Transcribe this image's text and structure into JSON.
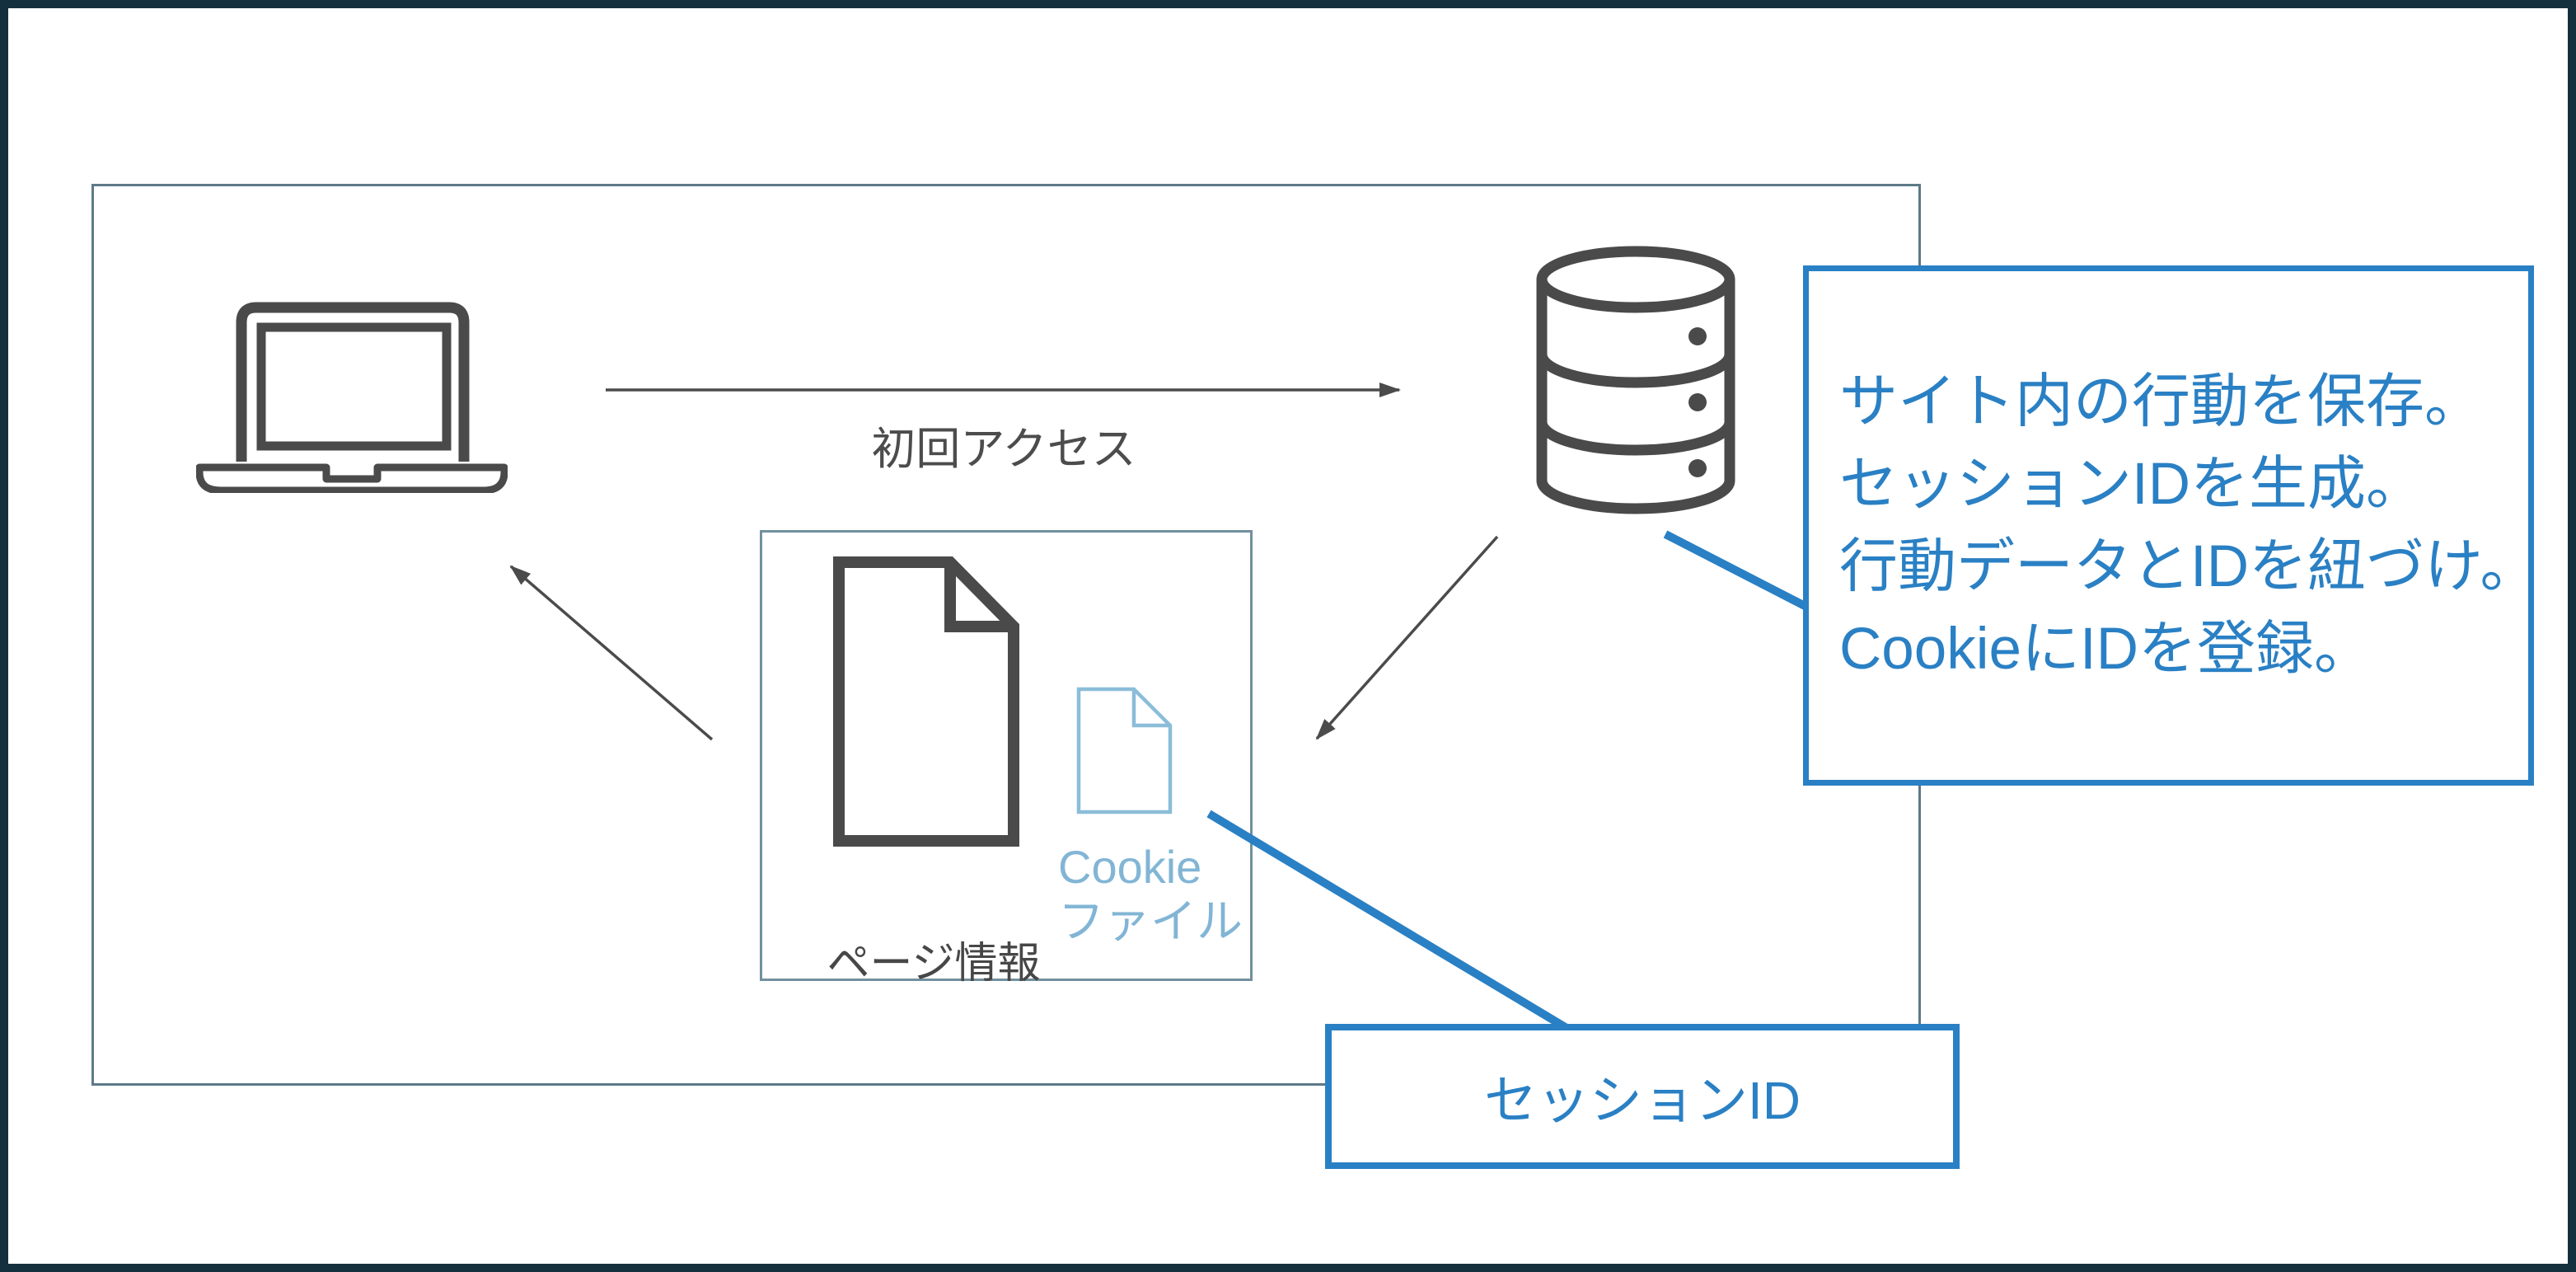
{
  "diagram_title": "Cookie session flow diagram",
  "flow": {
    "first_access_label": "初回アクセス"
  },
  "cookie_panel": {
    "page_info_label": "ページ情報",
    "cookie_file_label_line1": "Cookie",
    "cookie_file_label_line2": "ファイル"
  },
  "callout": {
    "lines": [
      "サイト内の行動を保存。",
      "セッションIDを生成。",
      "行動データとIDを紐づけ。",
      "CookieにIDを登録。"
    ]
  },
  "session_box": {
    "label": "セッションID"
  },
  "icons": {
    "laptop": "laptop-icon",
    "database": "database-icon",
    "page_document": "document-icon",
    "cookie_document": "cookie-file-icon"
  },
  "colors": {
    "accent_blue": "#2a80c4",
    "light_blue": "#85b9d8",
    "dark_gray": "#4a4a4a",
    "panel_border": "#72909e",
    "frame_border": "#5d7a88",
    "outer_border": "#14303e"
  }
}
